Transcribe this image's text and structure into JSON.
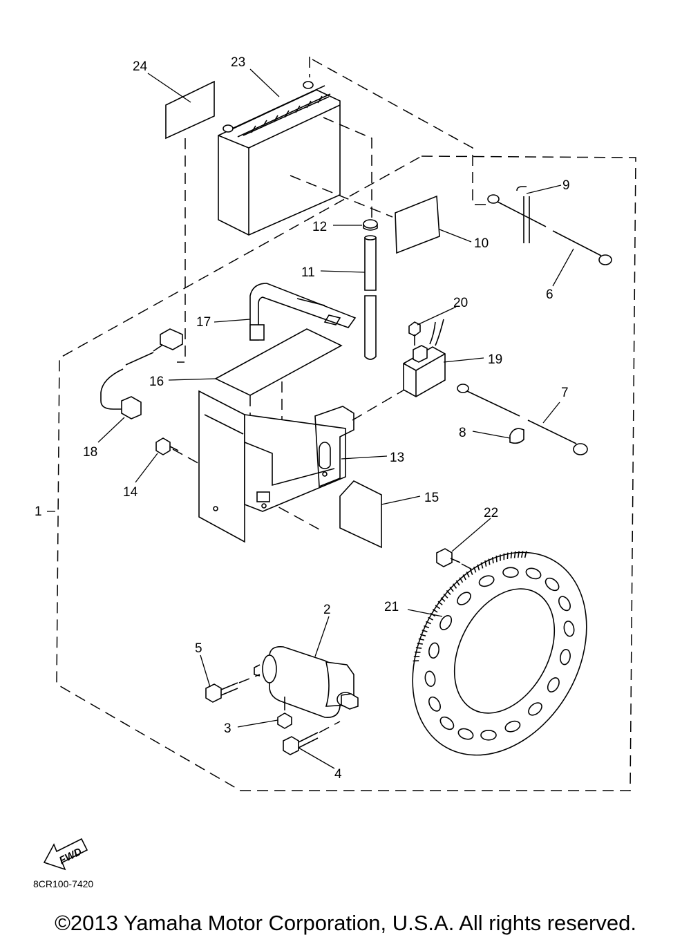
{
  "diagram": {
    "callouts": [
      "1",
      "2",
      "3",
      "4",
      "5",
      "6",
      "7",
      "8",
      "9",
      "10",
      "11",
      "12",
      "13",
      "14",
      "15",
      "16",
      "17",
      "18",
      "19",
      "20",
      "21",
      "22",
      "23",
      "24"
    ],
    "fwd_label": "FWD",
    "reference_code": "8CR100-7420"
  },
  "footer": {
    "copyright": "©2013 Yamaha Motor Corporation, U.S.A. All rights reserved."
  }
}
